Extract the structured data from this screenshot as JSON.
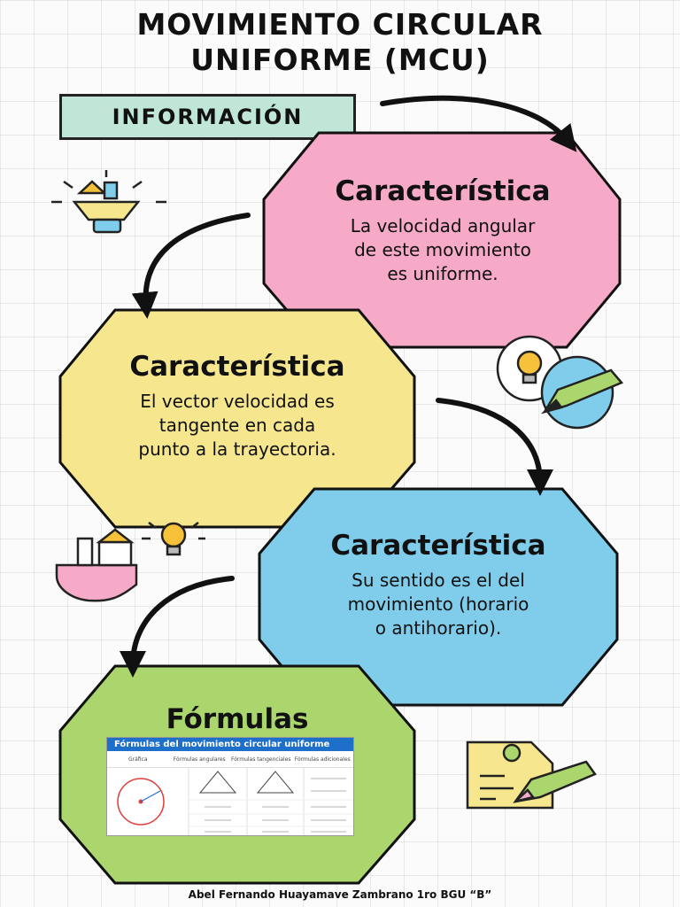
{
  "title": {
    "line1": "MOVIMIENTO CIRCULAR",
    "line2": "UNIFORME (MCU)"
  },
  "info_label": "INFORMACIÓN",
  "cards": [
    {
      "title": "Característica",
      "lines": [
        "La velocidad angular",
        "de este movimiento",
        "es uniforme."
      ],
      "color": "#f7a9c8"
    },
    {
      "title": "Característica",
      "lines": [
        "El vector velocidad es",
        "tangente en cada",
        "punto a la trayectoria."
      ],
      "color": "#f6e68d"
    },
    {
      "title": "Característica",
      "lines": [
        "Su sentido es el del",
        "movimiento (horario",
        "o antihorario)."
      ],
      "color": "#7fcdea"
    },
    {
      "title": "Fórmulas",
      "color": "#abd66e"
    }
  ],
  "formula_image": {
    "heading": "Fórmulas del movimiento circular uniforme",
    "columns": [
      "Gráfica",
      "Fórmulas angulares",
      "Fórmulas tangenciales",
      "Fórmulas adicionales"
    ]
  },
  "footer": "Abel Fernando Huayamave Zambrano 1ro BGU “B”",
  "icons": [
    "idea-pencil-cup-icon",
    "lightbulb-pencil-icon",
    "pencil-cup-lightbulb-icon",
    "document-pencil-icon"
  ]
}
